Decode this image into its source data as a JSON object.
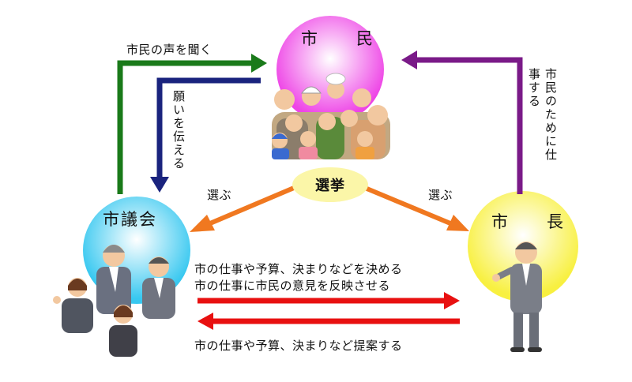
{
  "nodes": {
    "citizens": {
      "label": "市　民",
      "color": "#ee44e6"
    },
    "council": {
      "label": "市議会",
      "color": "#38c8f0"
    },
    "mayor": {
      "label": "市　長",
      "color": "#f8f040"
    }
  },
  "election": {
    "label": "選挙",
    "color": "#fbf6a8"
  },
  "edges": {
    "hear_voice": "市民の声を聞く",
    "convey_wishes": "願いを伝える",
    "for_citizens": "市民のために仕事する",
    "elect_left": "選ぶ",
    "elect_right": "選ぶ",
    "council_decides_1": "市の仕事や予算、決まりなどを決める",
    "council_decides_2": "市の仕事に市民の意見を反映させる",
    "mayor_proposes": "市の仕事や予算、決まりなど提案する"
  },
  "colors": {
    "green": "#1a7a1a",
    "navy": "#1a237e",
    "purple": "#7a1a88",
    "orange": "#f07820",
    "red": "#e81010"
  }
}
